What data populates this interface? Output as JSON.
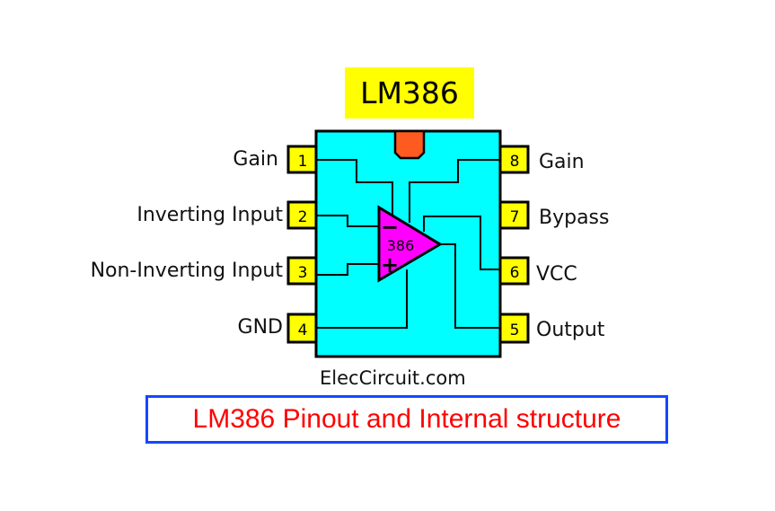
{
  "title": "LM386",
  "chip": {
    "body_color": "#00ffff",
    "notch_color": "#ff5a1f",
    "pin_color": "#ffff00",
    "opamp_color": "#ff00ff",
    "opamp_label": "386",
    "opamp_minus": "−",
    "opamp_plus": "+"
  },
  "pins": [
    {
      "number": "1",
      "label": "Gain",
      "side": "left"
    },
    {
      "number": "2",
      "label": "Inverting Input",
      "side": "left"
    },
    {
      "number": "3",
      "label": "Non-Inverting Input",
      "side": "left"
    },
    {
      "number": "4",
      "label": "GND",
      "side": "left"
    },
    {
      "number": "5",
      "label": "Output",
      "side": "right"
    },
    {
      "number": "6",
      "label": "VCC",
      "side": "right"
    },
    {
      "number": "7",
      "label": "Bypass",
      "side": "right"
    },
    {
      "number": "8",
      "label": "Gain",
      "side": "right"
    }
  ],
  "website": "ElecCircuit.com",
  "caption": "LM386 Pinout and Internal structure"
}
